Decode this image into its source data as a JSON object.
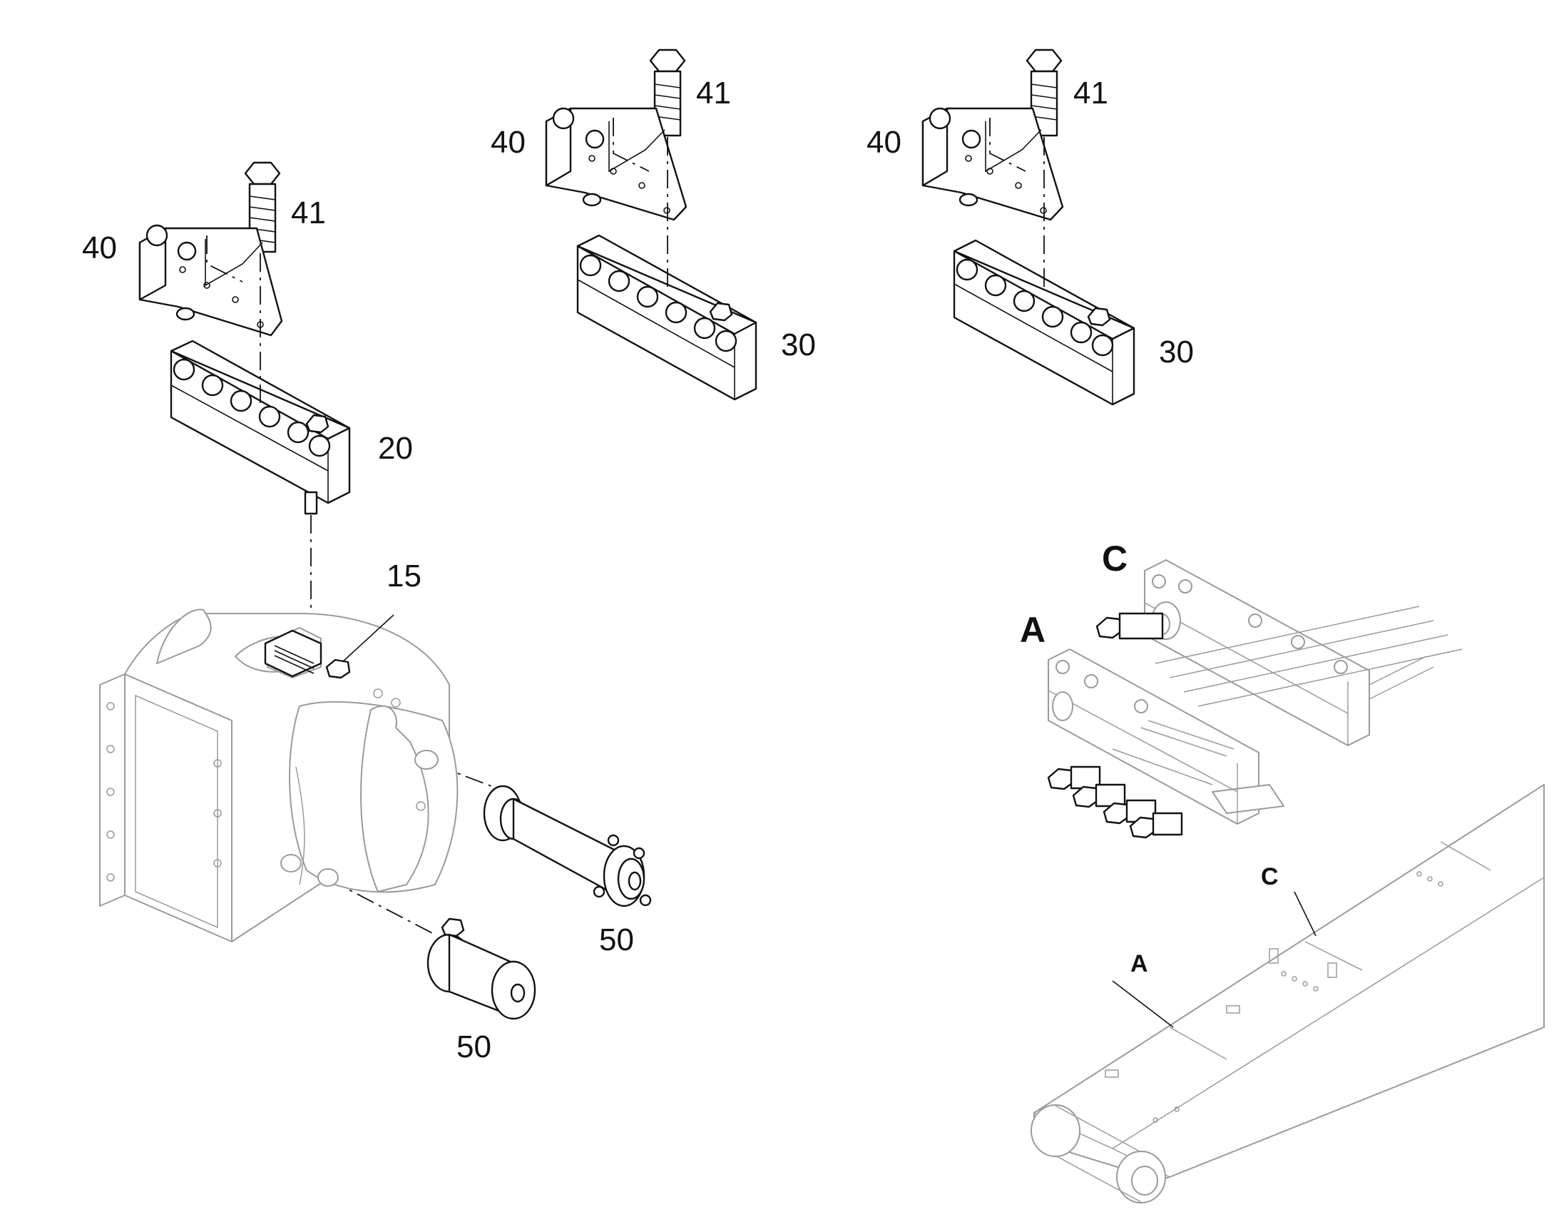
{
  "callouts": {
    "n15": "15",
    "n20": "20",
    "n30a": "30",
    "n30b": "30",
    "n40a": "40",
    "n40b": "40",
    "n40c": "40",
    "n41a": "41",
    "n41b": "41",
    "n41c": "41",
    "n50a": "50",
    "n50b": "50",
    "detail_c": "C",
    "detail_a": "A",
    "loc_c": "C",
    "loc_a": "A"
  }
}
